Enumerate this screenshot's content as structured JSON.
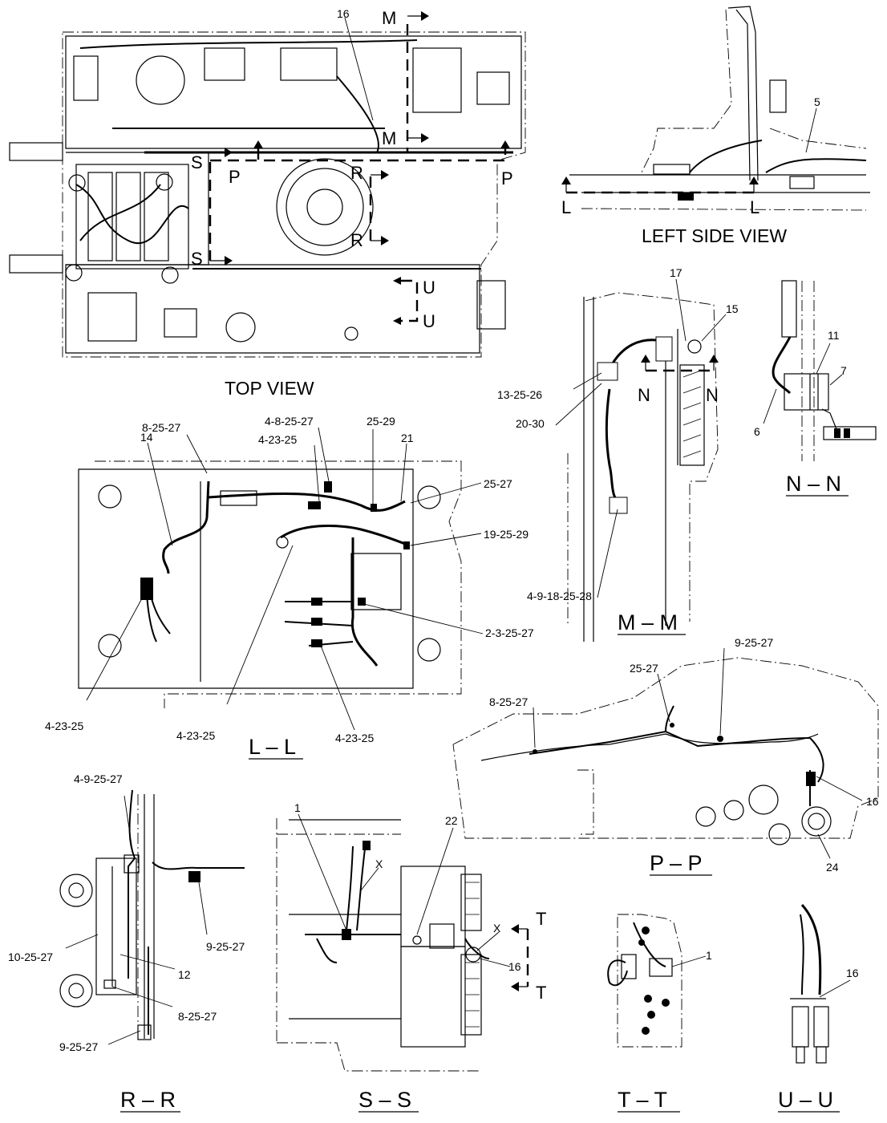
{
  "views": {
    "top": "TOP VIEW",
    "left_side": "LEFT SIDE VIEW"
  },
  "sections": {
    "ll": "L – L",
    "mm": "M – M",
    "nn": "N – N",
    "pp": "P – P",
    "rr": "R – R",
    "ss": "S – S",
    "tt": "T – T",
    "uu": "U – U"
  },
  "cut_letters": {
    "m": "M",
    "s": "S",
    "p": "P",
    "r": "R",
    "u": "U",
    "l": "L",
    "n": "N",
    "t": "T",
    "x": "X"
  },
  "callouts": {
    "top_16": "16",
    "side_5": "5",
    "ll_8_25_27": "8-25-27",
    "ll_14": "14",
    "ll_4_8_25_27": "4-8-25-27",
    "ll_4_23_25_top": "4-23-25",
    "ll_25_29": "25-29",
    "ll_21": "21",
    "ll_25_27": "25-27",
    "ll_19_25_29": "19-25-29",
    "ll_2_3_25_27": "2-3-25-27",
    "ll_4_23_25_a": "4-23-25",
    "ll_4_23_25_b": "4-23-25",
    "ll_4_23_25_c": "4-23-25",
    "mm_17": "17",
    "mm_15": "15",
    "mm_13_25_26": "13-25-26",
    "mm_20_30": "20-30",
    "mm_4_9_18_25_28": "4-9-18-25-28",
    "nn_11": "11",
    "nn_7": "7",
    "nn_6": "6",
    "pp_9_25_27": "9-25-27",
    "pp_25_27": "25-27",
    "pp_8_25_27": "8-25-27",
    "pp_16": "16",
    "pp_24": "24",
    "rr_4_9_25_27": "4-9-25-27",
    "rr_9_25_27_a": "9-25-27",
    "rr_10_25_27": "10-25-27",
    "rr_12": "12",
    "rr_8_25_27": "8-25-27",
    "rr_9_25_27_b": "9-25-27",
    "ss_1": "1",
    "ss_22": "22",
    "ss_16": "16",
    "tt_1": "1",
    "uu_16": "16"
  }
}
